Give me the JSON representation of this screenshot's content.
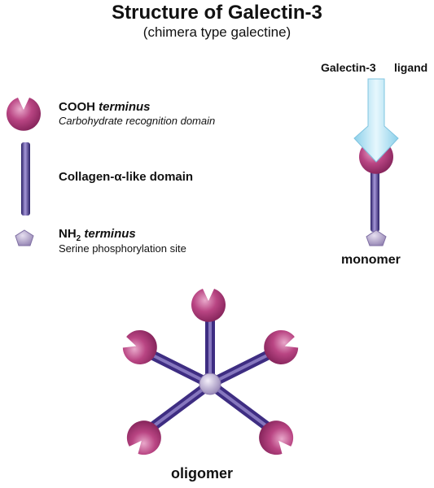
{
  "title": "Structure of Galectin-3",
  "subtitle": "(chimera type galectine)",
  "legend": {
    "cooh_prefix": "COOH",
    "cooh_suffix": "terminus",
    "cooh_desc": "Carbohydrate recognition domain",
    "collagen": "Collagen-α-like domain",
    "nh_prefix": "NH",
    "nh_sub": "2",
    "nh_suffix": "terminus",
    "nh_desc": "Serine phosphorylation site"
  },
  "monomer": {
    "galectin_label": "Galectin-3",
    "ligand_label": "ligand",
    "caption": "monomer"
  },
  "oligomer": {
    "caption": "oligomer"
  },
  "colors": {
    "crd": "#a8346e",
    "collagen": "#3e2d82",
    "nh2": "#b8abc9",
    "ligand": "#bfe6f3"
  }
}
